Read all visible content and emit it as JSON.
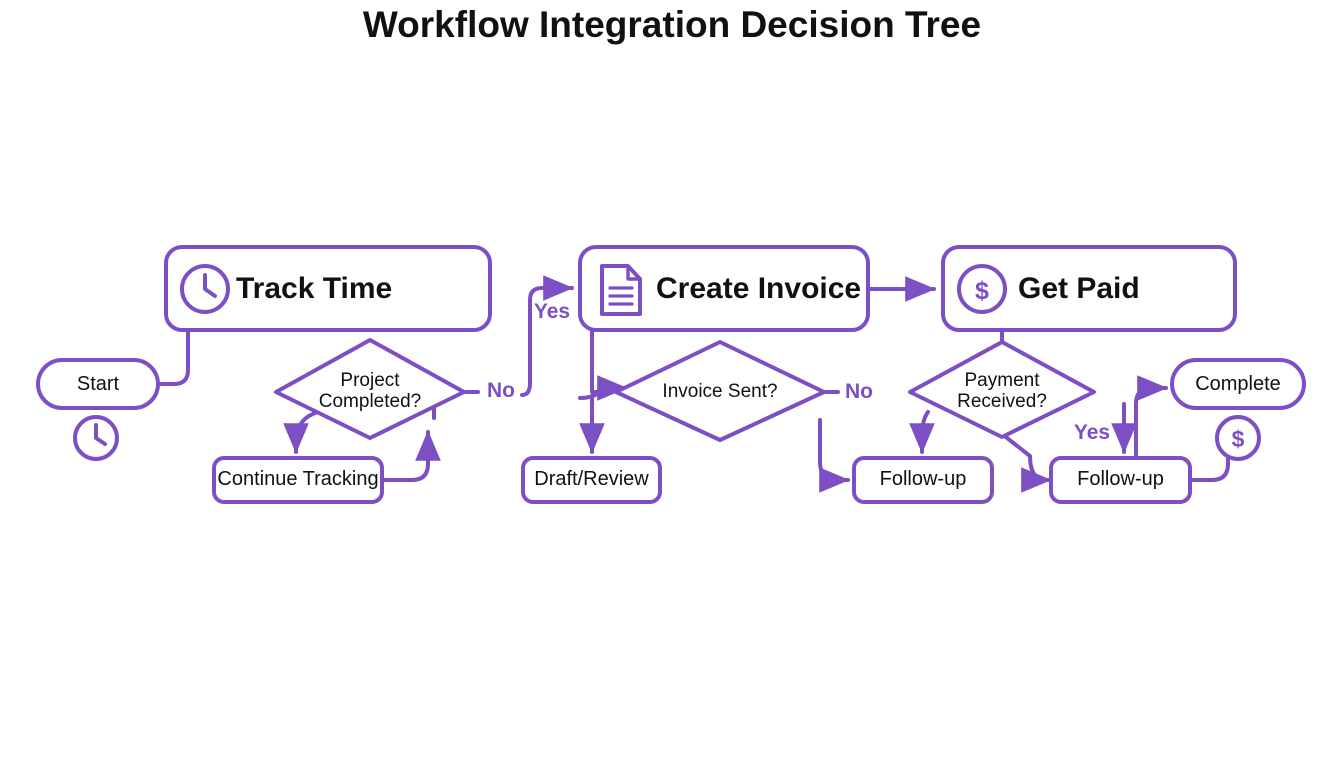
{
  "title": "Workflow Integration Decision Tree",
  "theme": {
    "accent": "#7d4fc4",
    "stroke": "#7d4fc4",
    "text": "#111111",
    "label_text": "#7d4fc4",
    "background": "#ffffff",
    "node_fill": "#ffffff"
  },
  "nodes": {
    "start": {
      "label": "Start",
      "shape": "pill",
      "icon": "clock-icon"
    },
    "track_time": {
      "label": "Track Time",
      "shape": "rounded-rect",
      "icon": "clock-circle-icon"
    },
    "project_completed": {
      "label": "Project\nCompleted?",
      "shape": "diamond"
    },
    "continue_tracking": {
      "label": "Continue Tracking",
      "shape": "rounded-rect"
    },
    "create_invoice": {
      "label": "Create Invoice",
      "shape": "rounded-rect",
      "icon": "document-icon"
    },
    "invoice_sent": {
      "label": "Invoice Sent?",
      "shape": "diamond"
    },
    "draft_review": {
      "label": "Draft/Review",
      "shape": "rounded-rect"
    },
    "get_paid": {
      "label": "Get Paid",
      "shape": "rounded-rect",
      "icon": "dollar-circle-icon"
    },
    "payment_received": {
      "label": "Payment\nReceived?",
      "shape": "diamond"
    },
    "follow_up_left": {
      "label": "Follow-up",
      "shape": "rounded-rect"
    },
    "follow_up_right": {
      "label": "Follow-up",
      "shape": "rounded-rect"
    },
    "complete": {
      "label": "Complete",
      "shape": "pill",
      "icon": "dollar-circle-icon"
    }
  },
  "edge_labels": {
    "project_no": "No",
    "create_invoice_yes": "Yes",
    "invoice_sent_no": "No",
    "payment_yes": "Yes"
  },
  "icons": {
    "start_badge": "clock-icon",
    "complete_badge": "dollar-circle-icon"
  }
}
